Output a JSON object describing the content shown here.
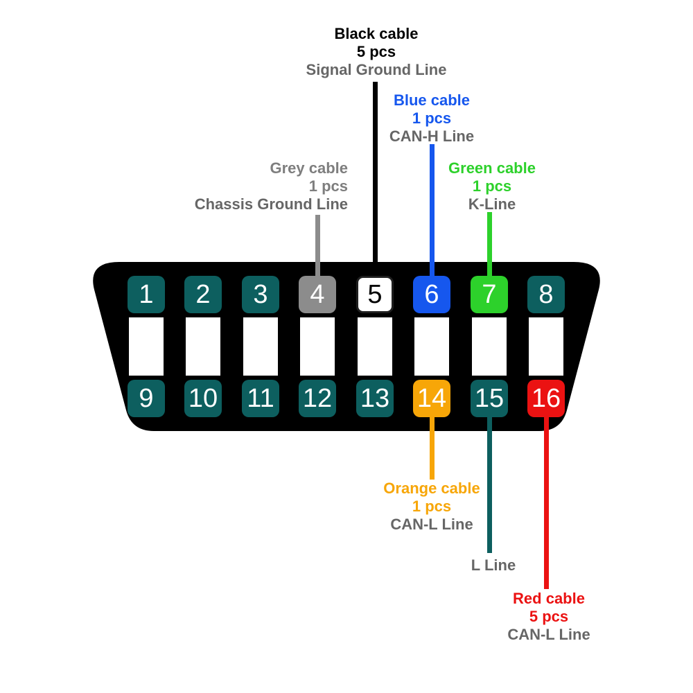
{
  "colors": {
    "black": "#000000",
    "white": "#ffffff",
    "teal": "#0d5f5f",
    "grey_pin": "#8c8c8c",
    "blue": "#1657ee",
    "green": "#2dd12b",
    "orange": "#f7a608",
    "red": "#eb1212",
    "cable_grey": "#7e7e7e",
    "label_grey": "#666666"
  },
  "pins": [
    {
      "number": "1"
    },
    {
      "number": "2"
    },
    {
      "number": "3"
    },
    {
      "number": "4"
    },
    {
      "number": "5"
    },
    {
      "number": "6"
    },
    {
      "number": "7"
    },
    {
      "number": "8"
    },
    {
      "number": "9"
    },
    {
      "number": "10"
    },
    {
      "number": "11"
    },
    {
      "number": "12"
    },
    {
      "number": "13"
    },
    {
      "number": "14"
    },
    {
      "number": "15"
    },
    {
      "number": "16"
    }
  ],
  "callouts": {
    "black": {
      "lines": [
        "Black cable",
        "5 pcs",
        "Signal Ground Line"
      ]
    },
    "blue": {
      "lines": [
        "Blue cable",
        "1 pcs",
        "CAN-H Line"
      ]
    },
    "grey": {
      "lines": [
        "Grey cable",
        "1 pcs",
        "Chassis Ground Line"
      ]
    },
    "green": {
      "lines": [
        "Green cable",
        "1 pcs",
        "K-Line"
      ]
    },
    "orange": {
      "lines": [
        "Orange cable",
        "1 pcs",
        "CAN-L Line"
      ]
    },
    "l_line": {
      "lines": [
        "L Line"
      ]
    },
    "red": {
      "lines": [
        "Red cable",
        "5 pcs",
        "CAN-L Line"
      ]
    }
  }
}
